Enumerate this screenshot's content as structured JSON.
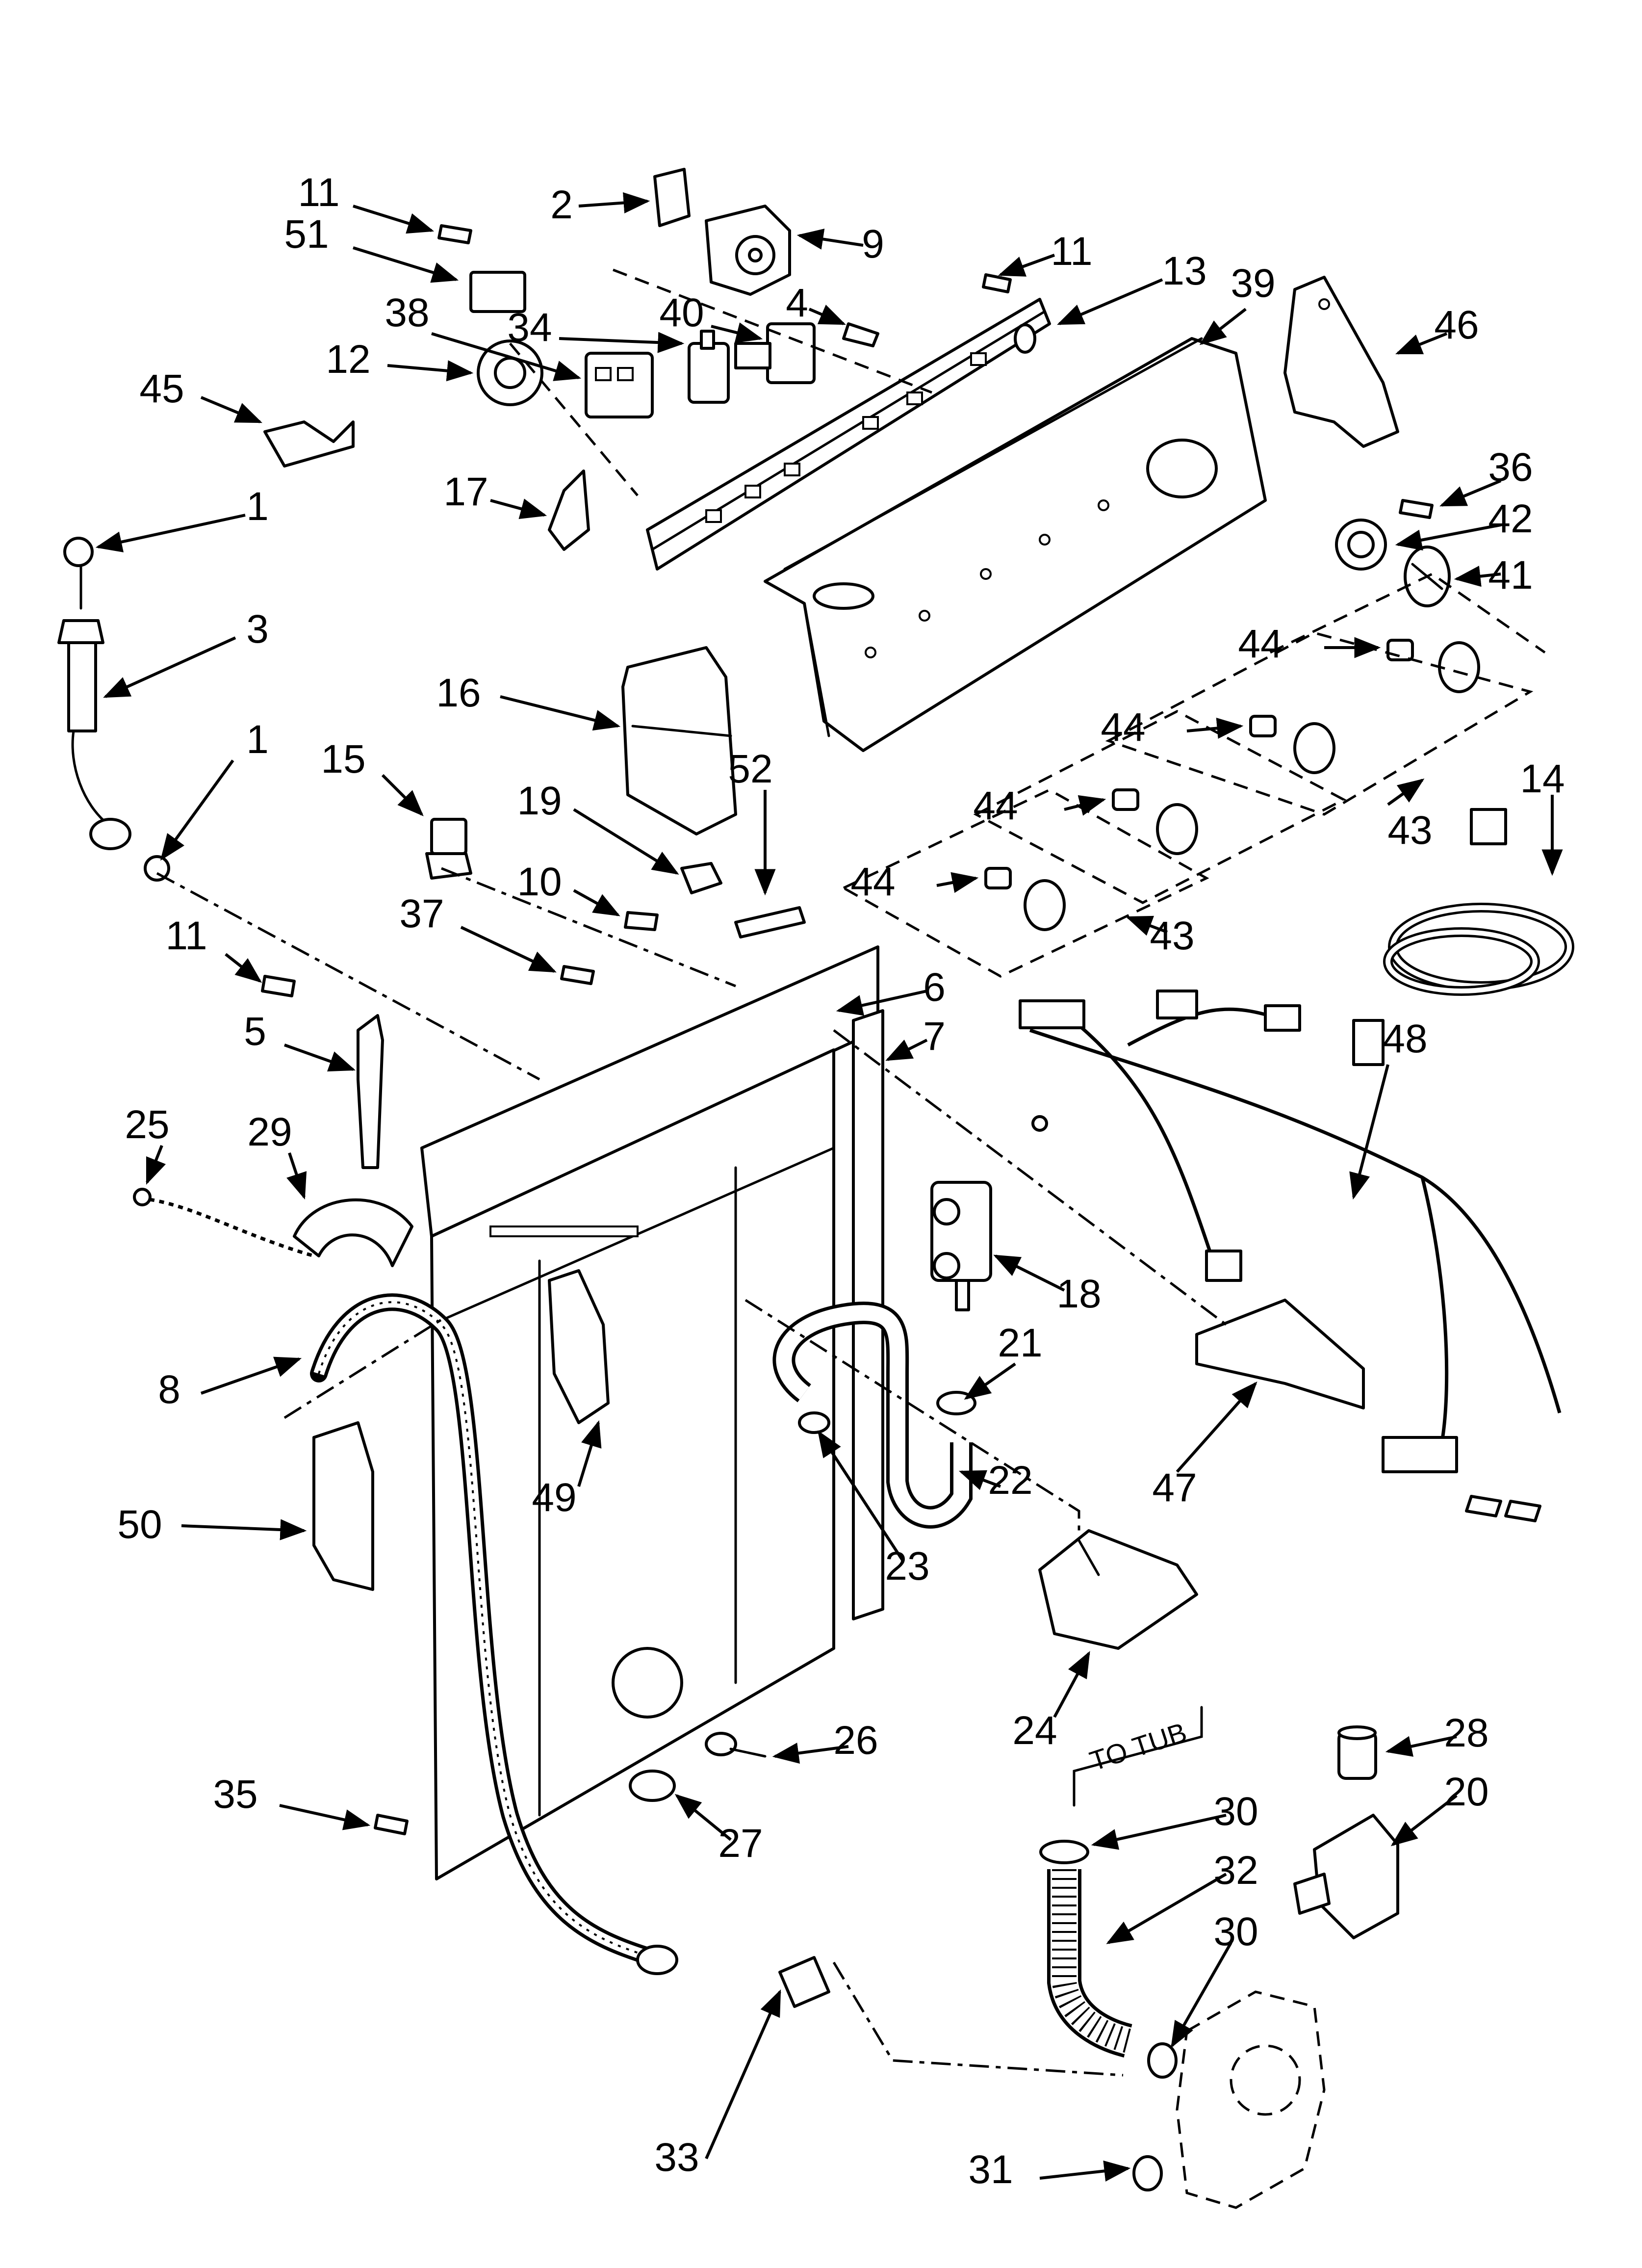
{
  "callouts": [
    {
      "id": "11a",
      "label": "11"
    },
    {
      "id": "2",
      "label": "2"
    },
    {
      "id": "9",
      "label": "9"
    },
    {
      "id": "51",
      "label": "51"
    },
    {
      "id": "11b",
      "label": "11"
    },
    {
      "id": "13",
      "label": "13"
    },
    {
      "id": "39",
      "label": "39"
    },
    {
      "id": "46",
      "label": "46"
    },
    {
      "id": "38",
      "label": "38"
    },
    {
      "id": "34",
      "label": "34"
    },
    {
      "id": "40",
      "label": "40"
    },
    {
      "id": "4",
      "label": "4"
    },
    {
      "id": "12",
      "label": "12"
    },
    {
      "id": "45",
      "label": "45"
    },
    {
      "id": "36",
      "label": "36"
    },
    {
      "id": "42",
      "label": "42"
    },
    {
      "id": "17",
      "label": "17"
    },
    {
      "id": "1a",
      "label": "1"
    },
    {
      "id": "41",
      "label": "41"
    },
    {
      "id": "3",
      "label": "3"
    },
    {
      "id": "44a",
      "label": "44"
    },
    {
      "id": "16",
      "label": "16"
    },
    {
      "id": "1b",
      "label": "1"
    },
    {
      "id": "44b",
      "label": "44"
    },
    {
      "id": "14",
      "label": "14"
    },
    {
      "id": "15",
      "label": "15"
    },
    {
      "id": "52",
      "label": "52"
    },
    {
      "id": "43a",
      "label": "43"
    },
    {
      "id": "19",
      "label": "19"
    },
    {
      "id": "44c",
      "label": "44"
    },
    {
      "id": "10",
      "label": "10"
    },
    {
      "id": "44d",
      "label": "44"
    },
    {
      "id": "37",
      "label": "37"
    },
    {
      "id": "43b",
      "label": "43"
    },
    {
      "id": "11c",
      "label": "11"
    },
    {
      "id": "6",
      "label": "6"
    },
    {
      "id": "48",
      "label": "48"
    },
    {
      "id": "5",
      "label": "5"
    },
    {
      "id": "7",
      "label": "7"
    },
    {
      "id": "25",
      "label": "25"
    },
    {
      "id": "29",
      "label": "29"
    },
    {
      "id": "18",
      "label": "18"
    },
    {
      "id": "21",
      "label": "21"
    },
    {
      "id": "8",
      "label": "8"
    },
    {
      "id": "47",
      "label": "47"
    },
    {
      "id": "22",
      "label": "22"
    },
    {
      "id": "50",
      "label": "50"
    },
    {
      "id": "49",
      "label": "49"
    },
    {
      "id": "23",
      "label": "23"
    },
    {
      "id": "24",
      "label": "24"
    },
    {
      "id": "26",
      "label": "26"
    },
    {
      "id": "28",
      "label": "28"
    },
    {
      "id": "20",
      "label": "20"
    },
    {
      "id": "35",
      "label": "35"
    },
    {
      "id": "30a",
      "label": "30"
    },
    {
      "id": "27",
      "label": "27"
    },
    {
      "id": "32",
      "label": "32"
    },
    {
      "id": "30b",
      "label": "30"
    },
    {
      "id": "33",
      "label": "33"
    },
    {
      "id": "31",
      "label": "31"
    }
  ],
  "notes": {
    "to_tub": "TO TUB"
  }
}
